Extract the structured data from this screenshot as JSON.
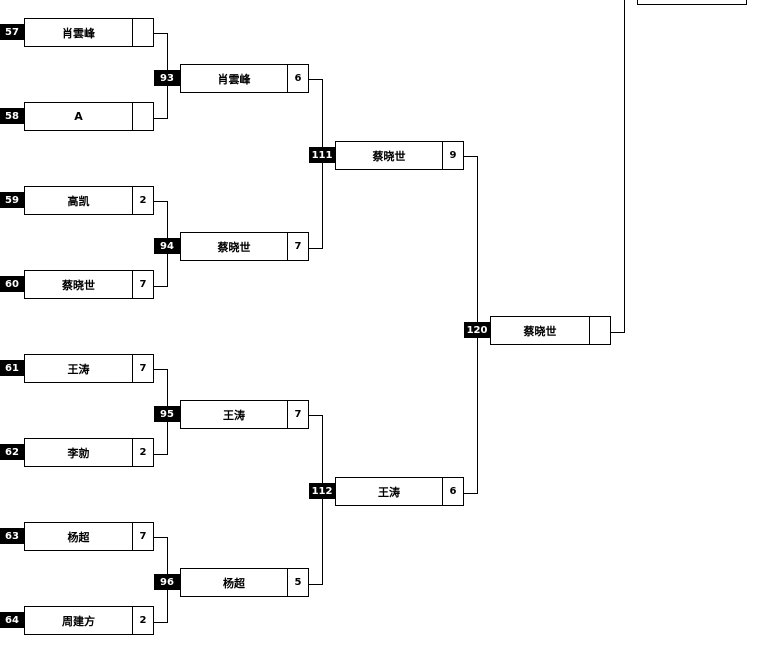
{
  "rounds": {
    "r1": [
      {
        "id": "57",
        "player": "肖雲峰",
        "score": ""
      },
      {
        "id": "58",
        "player": "A",
        "score": ""
      },
      {
        "id": "59",
        "player": "高凯",
        "score": "2"
      },
      {
        "id": "60",
        "player": "蔡晓世",
        "score": "7"
      },
      {
        "id": "61",
        "player": "王涛",
        "score": "7"
      },
      {
        "id": "62",
        "player": "李勍",
        "score": "2"
      },
      {
        "id": "63",
        "player": "杨超",
        "score": "7"
      },
      {
        "id": "64",
        "player": "周建方",
        "score": "2"
      }
    ],
    "r2": [
      {
        "id": "93",
        "player": "肖雲峰",
        "score": "6"
      },
      {
        "id": "94",
        "player": "蔡晓世",
        "score": "7"
      },
      {
        "id": "95",
        "player": "王涛",
        "score": "7"
      },
      {
        "id": "96",
        "player": "杨超",
        "score": "5"
      }
    ],
    "r3": [
      {
        "id": "111",
        "player": "蔡晓世",
        "score": "9"
      },
      {
        "id": "112",
        "player": "王涛",
        "score": "6"
      }
    ],
    "r4": [
      {
        "id": "120",
        "player": "蔡晓世",
        "score": ""
      }
    ]
  },
  "colors": {
    "line": "#000000",
    "badge": "#000000",
    "badge_text": "#ffffff"
  }
}
